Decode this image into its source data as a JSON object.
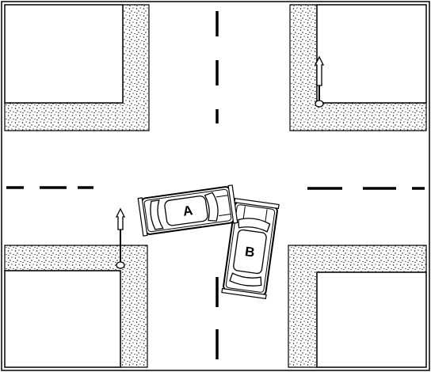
{
  "diagram": {
    "subject": "intersection-collision",
    "colors": {
      "line": "#000000",
      "background": "#ffffff",
      "sidewalk_dots": "#000000"
    },
    "vehicles": [
      {
        "id": "A",
        "label": "A"
      },
      {
        "id": "B",
        "label": "B"
      }
    ],
    "signs": [
      {
        "id": "sign-top-right",
        "icon": "arrow-sign-icon"
      },
      {
        "id": "sign-bottom-left",
        "icon": "arrow-sign-icon"
      }
    ]
  }
}
